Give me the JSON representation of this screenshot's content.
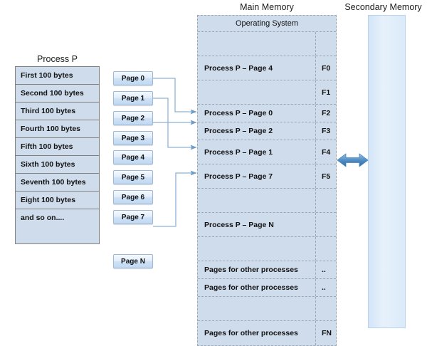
{
  "headers": {
    "process": "Process P",
    "main_memory": "Main Memory",
    "secondary_memory": "Secondary Memory"
  },
  "process_rows": [
    "First 100 bytes",
    "Second 100 bytes",
    "Third 100 bytes",
    "Fourth 100 bytes",
    "Fifth 100 bytes",
    "Sixth 100 bytes",
    "Seventh 100 bytes",
    "Eight 100 bytes",
    "and so on...."
  ],
  "pages": [
    "Page 0",
    "Page 1",
    "Page 2",
    "Page 3",
    "Page 4",
    "Page 5",
    "Page 6",
    "Page 7"
  ],
  "page_n": "Page N",
  "main_memory": {
    "os_label": "Operating System",
    "rows": [
      {
        "name": "",
        "frame": ""
      },
      {
        "name": "Process P – Page 4",
        "frame": "F0"
      },
      {
        "name": "",
        "frame": "F1"
      },
      {
        "name": "Process P – Page 0",
        "frame": "F2"
      },
      {
        "name": "Process P – Page 2",
        "frame": "F3"
      },
      {
        "name": "Process P – Page 1",
        "frame": "F4"
      },
      {
        "name": "Process P – Page 7",
        "frame": "F5"
      },
      {
        "name": "",
        "frame": ""
      },
      {
        "name": "Process P – Page N",
        "frame": ""
      },
      {
        "name": "",
        "frame": ""
      },
      {
        "name": "Pages for other processes",
        "frame": ".."
      },
      {
        "name": "Pages for other processes",
        "frame": ".."
      },
      {
        "name": "",
        "frame": ""
      },
      {
        "name": "Pages for other processes",
        "frame": "FN"
      }
    ]
  },
  "colors": {
    "block_fill": "#cfdcec",
    "page_fill": "#cfe2f6",
    "arrow": "#5b8fc4",
    "secondary_fill": "#dbeaf9",
    "border": "#9aa7b4",
    "text": "#111111"
  },
  "icons": {
    "swap_arrow": "double-headed-arrow-icon"
  }
}
